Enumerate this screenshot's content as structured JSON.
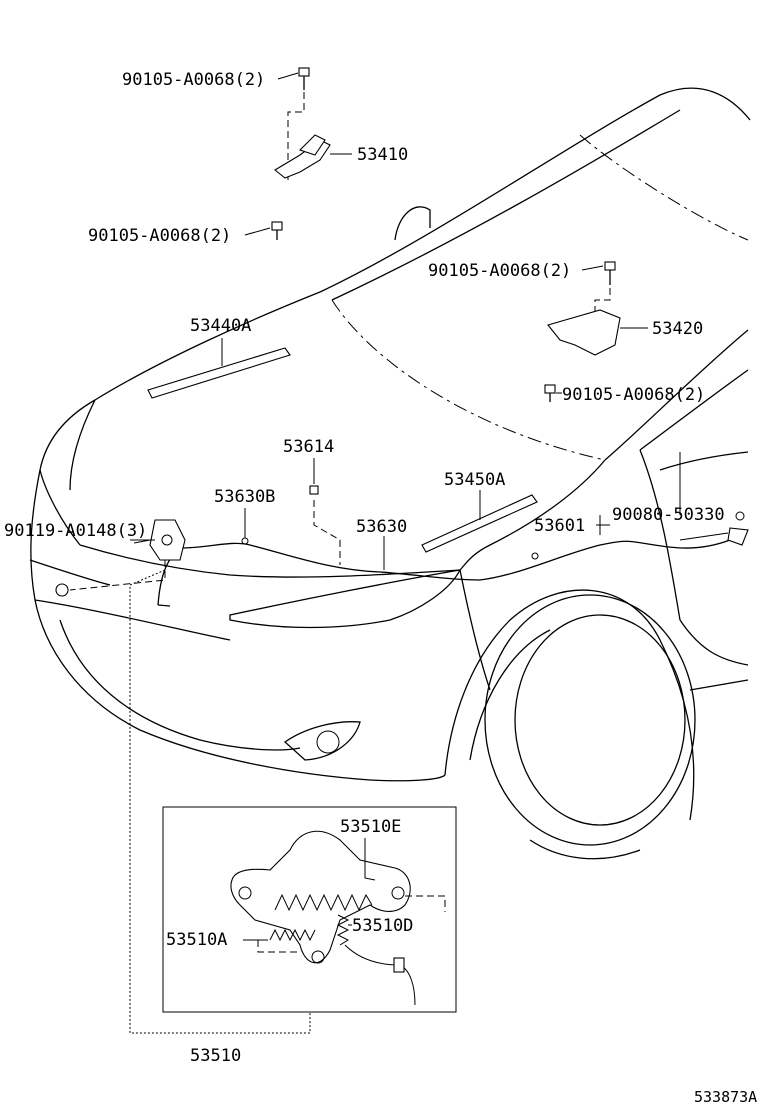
{
  "labels": {
    "bolt_top_hinge_upper": "90105-A0068(2)",
    "hinge_left": "53410",
    "bolt_top_hinge_lower": "90105-A0068(2)",
    "bolt_right_hinge_upper": "90105-A0068(2)",
    "hinge_right": "53420",
    "bolt_right_hinge_lower": "90105-A0068(2)",
    "hood_support_left": "53440A",
    "cushion": "53614",
    "cable_clamp": "53630B",
    "hood_support_right": "53450A",
    "clip_left": "90119-A0148(3)",
    "release_cable": "53630",
    "release_lever": "53601",
    "screw_right": "90080-50330",
    "spring_e": "53510E",
    "spring_a": "53510A",
    "spring_d": "53510D",
    "hood_lock": "53510",
    "figure_id": "533873A"
  }
}
